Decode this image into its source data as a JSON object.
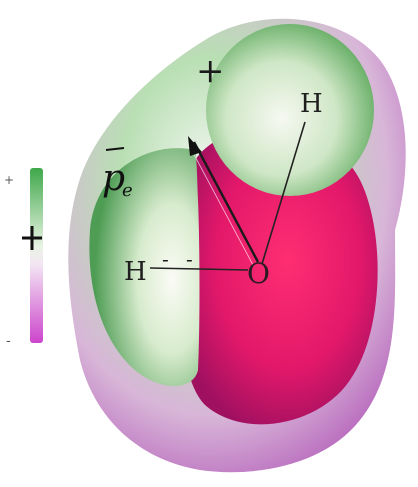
{
  "labels": {
    "hydrogen_top": "H",
    "hydrogen_left": "H",
    "oxygen": "O",
    "dipole_symbol": "p",
    "dipole_subscript": "e",
    "plus_sign": "+",
    "minus_sign": "-",
    "scale_plus": "+",
    "scale_minus": "-"
  },
  "colors": {
    "positive": "#3fa84a",
    "negative": "#cc44cc",
    "oxygen_core": "#e0145a",
    "shell_green": "#8fcf8c",
    "shell_purple": "#b25ab8"
  }
}
